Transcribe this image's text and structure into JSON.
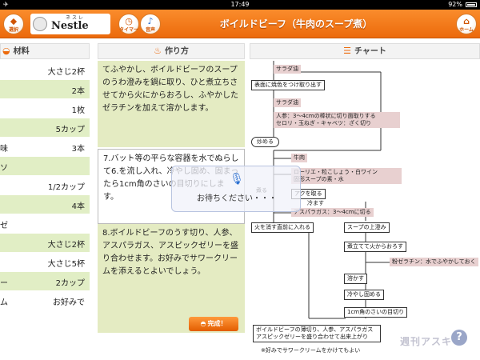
{
  "status_bar": {
    "airplane_icon": "airplane-icon",
    "time": "17:49",
    "battery": "92%"
  },
  "header": {
    "tag_button_label": "選択",
    "logo_kana": "ネスレ",
    "logo_text": "Nestle",
    "timer_label": "タイマー",
    "voice_label": "音声",
    "title": "ボイルドビーフ（牛肉のスープ煮）",
    "home_label": "ホーム"
  },
  "sections": {
    "ingredients": "材料",
    "steps": "作り方",
    "chart": "チャート"
  },
  "ingredients": [
    {
      "name": "",
      "amount": "大さじ2杯"
    },
    {
      "name": "",
      "amount": "2本"
    },
    {
      "name": "",
      "amount": "1枚"
    },
    {
      "name": "",
      "amount": "5カップ"
    },
    {
      "name": "味",
      "amount": "3本"
    },
    {
      "name": "ソ",
      "amount": ""
    },
    {
      "name": "",
      "amount": "1/2カップ"
    },
    {
      "name": "",
      "amount": "4本"
    },
    {
      "name": "ゼ",
      "amount": ""
    },
    {
      "name": "",
      "amount": "大さじ2杯"
    },
    {
      "name": "",
      "amount": "大さじ5杯"
    },
    {
      "name": "ー",
      "amount": "2カップ"
    },
    {
      "name": "ム",
      "amount": "お好みで"
    }
  ],
  "steps": {
    "step_a": "てふやかし、ボイルドビーフのスープのうわ澄みを鍋に取り、ひと煮立ちさせてから火にからおろし、ふやかしたゼラチンを加えて溶かします。",
    "step_7": "7.バット等の平らな容器を水でぬらして6.を流し入れ、冷やし固め、固まったら1cm角のさいの目切りにします。",
    "step_8": "8.ボイルドビーフのうす切り、人参、アスパラガス、アスピックゼリーを盛り合わせます。お好みでサワークリームを添えるとよいでしょう。",
    "done_label": "完成！"
  },
  "chart": {
    "salad_oil_1": "サラダ油",
    "beef_sear": "表面に焼色をつけ取り出す",
    "salad_oil_2": "サラダ油",
    "veg_prep": "人参：3～4cmの棒状に切り面取りする\nセロリ・玉ねぎ・キャベツ：ざく切り",
    "stir_fry": "炒める",
    "beef": "牛肉",
    "aromatics": "ローリエ・粒こしょう・白ワイン\n固形スープの素・水",
    "simmer": "煮る",
    "skim_label": "アクを取る",
    "cool_label": "冷ます",
    "asparagus": "アスパラガス：3～4cmに切る",
    "pre_heat_off": "火を消す直前に入れる",
    "soup_clear": "スープの上澄み",
    "boil_off": "煮立てて火からおろす",
    "gelatin": "粉ゼラチン：水でふやかしておく",
    "dissolve": "溶かす",
    "chill": "冷やし固める",
    "dice": "1cm角のさいの目切り",
    "plate": "ボイルドビーフの薄切り、人参、アスパラガス\nアスピックゼリーを盛り合わせて出来上がり",
    "sour_cream": "※好みでサワークリームをかけてもよい"
  },
  "dialog": {
    "mic_icon": "microphone-icon",
    "message": "お待ちください・・・"
  },
  "watermark": "週刊アスキー",
  "help_label": "?"
}
